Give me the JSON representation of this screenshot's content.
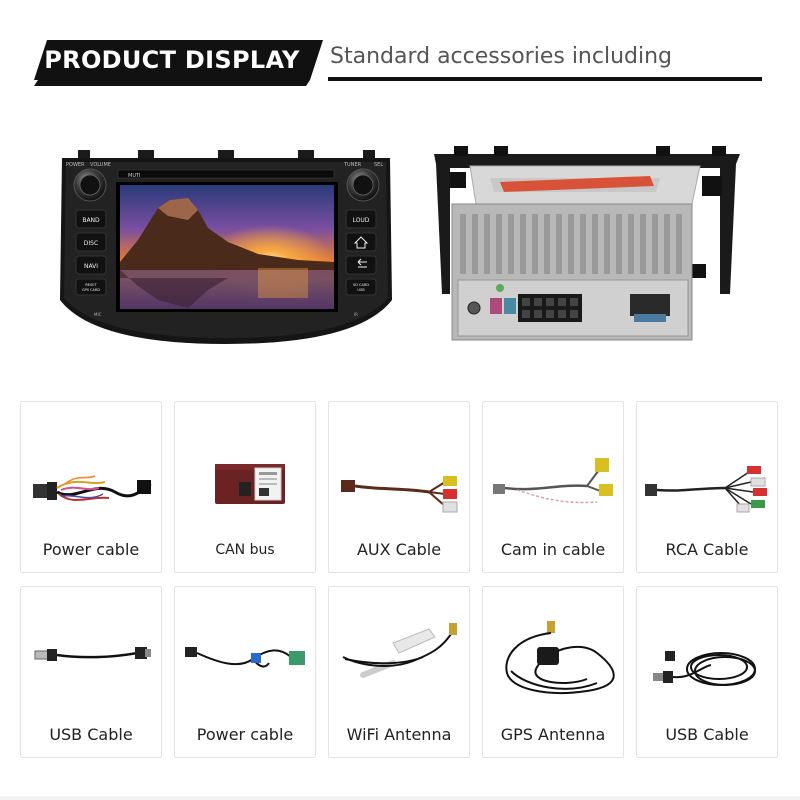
{
  "header": {
    "badge": "PRODUCT DISPLAY",
    "subtitle": "Standard accessories including"
  },
  "front_unit": {
    "top_labels": {
      "power": "POWER",
      "volume": "VOLUME",
      "tuner": "TUNER",
      "sel": "SEL",
      "muti": "MUTI"
    },
    "left_buttons": [
      "BAND",
      "DISC",
      "NAVI"
    ],
    "right_buttons": [
      "LOUD"
    ],
    "left_small": "RESET\nGPS CARD",
    "right_small": "SD CARD\nUSB",
    "bottom_left": "MIC",
    "bottom_right": "IR"
  },
  "accessories": [
    {
      "label": "Power cable",
      "icon": "power-cable-harness-icon"
    },
    {
      "label": "CAN bus",
      "icon": "can-bus-box-icon"
    },
    {
      "label": "AUX Cable",
      "icon": "aux-cable-icon"
    },
    {
      "label": "Cam in cable",
      "icon": "camera-in-cable-icon"
    },
    {
      "label": "RCA Cable",
      "icon": "rca-cable-icon"
    },
    {
      "label": "USB Cable",
      "icon": "usb-cable-icon"
    },
    {
      "label": "Power cable",
      "icon": "power-cable-icon"
    },
    {
      "label": "WiFi Antenna",
      "icon": "wifi-antenna-icon"
    },
    {
      "label": "GPS Antenna",
      "icon": "gps-antenna-icon"
    },
    {
      "label": "USB Cable",
      "icon": "usb-cable-coil-icon"
    }
  ],
  "colors": {
    "badge_bg": "#111111",
    "text": "#222222",
    "subtitle": "#555555",
    "card_border": "#e3e3e3"
  }
}
